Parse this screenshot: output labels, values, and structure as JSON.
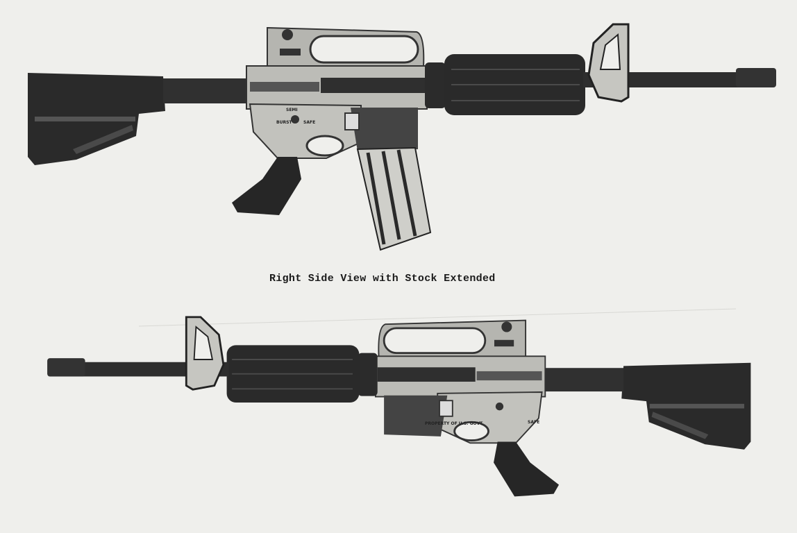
{
  "caption": "Right Side View with Stock Extended",
  "top_rifle": {
    "selector_markings": {
      "semi": "SEMI",
      "burst": "BURST",
      "safe": "SAFE"
    }
  },
  "bottom_rifle": {
    "selector_marking": "SAFE",
    "property_marking": "PROPERTY OF U.S. GOVT."
  },
  "colors": {
    "paper": "#efefec",
    "dark_parts": "#262626",
    "metal": "#b9b9b4"
  }
}
